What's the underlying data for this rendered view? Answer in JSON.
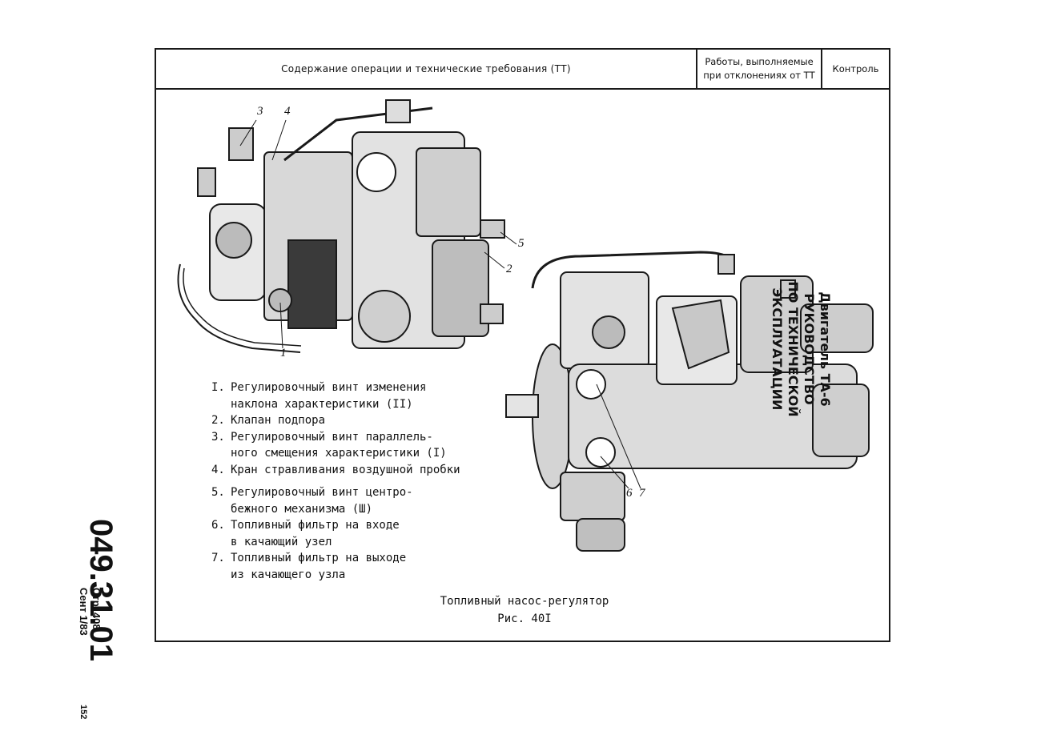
{
  "header": {
    "col_content": "Содержание операции и технические требования (ТТ)",
    "col_deviation_line1": "Работы, выполняемые",
    "col_deviation_line2": "при отклонениях от ТТ",
    "col_control": "Контроль"
  },
  "legend": [
    {
      "num": "I.",
      "lines": [
        "Регулировочный винт изменения",
        "наклона характеристики (II)"
      ]
    },
    {
      "num": "2.",
      "lines": [
        "Клапан подпора"
      ]
    },
    {
      "num": "3.",
      "lines": [
        "Регулировочный винт параллель-",
        "ного смещения характеристики (I)"
      ]
    },
    {
      "num": "4.",
      "lines": [
        "Кран стравливания воздушной пробки"
      ]
    },
    {
      "num": "5.",
      "lines": [
        "Регулировочный винт центро-",
        "бежного механизма (Ш)"
      ]
    },
    {
      "num": "6.",
      "lines": [
        "Топливный фильтр на входе",
        "в качающий узел"
      ]
    },
    {
      "num": "7.",
      "lines": [
        "Топливный фильтр на выходе",
        "из качающего узла"
      ]
    }
  ],
  "caption": {
    "title": "Топливный насос-регулятор",
    "figure": "Рис. 40I"
  },
  "callouts": {
    "left_pump": [
      "3",
      "4",
      "5",
      "2",
      "1"
    ],
    "right_pump": [
      "6",
      "7"
    ]
  },
  "side": {
    "line1": "Двигатель ТА-6",
    "line2": "РУКОВОДСТВО",
    "line3": "ПО ТЕХНИЧЕСКОЙ ЭКСПЛУАТАЦИИ"
  },
  "document_code": "049.31.01",
  "page": {
    "line1": "Стр. 408",
    "line2": "Сент 1/83"
  },
  "sheet_number": "152"
}
